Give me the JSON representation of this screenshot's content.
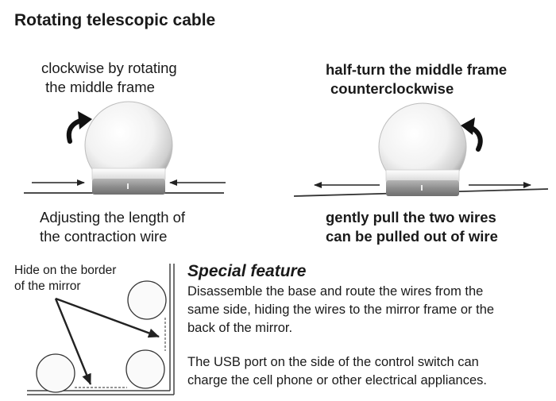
{
  "title": "Rotating telescopic cable",
  "left_panel": {
    "top_caption_line1": "clockwise by rotating",
    "top_caption_line2": " the middle frame",
    "bottom_caption_line1": "Adjusting the length of",
    "bottom_caption_line2": "the contraction wire"
  },
  "right_panel": {
    "top_caption_line1": "half-turn the middle frame",
    "top_caption_line2": "counterclockwise",
    "bottom_caption_line1": "gently pull the two wires",
    "bottom_caption_line2": "can be pulled out of wire"
  },
  "mirror_panel": {
    "label_line1": "Hide on the border",
    "label_line2": "of the mirror"
  },
  "special_feature": {
    "heading": "Special feature",
    "para1_line1": "Disassemble the base and route the wires from the",
    "para1_line2": "same side, hiding the wires to the mirror frame or the",
    "para1_line3": "back of the mirror.",
    "para2_line1": "The USB port on the side of the control switch can",
    "para2_line2": "charge the cell phone or other electrical appliances."
  },
  "colors": {
    "text": "#1a1a1a",
    "bulb_base": "#8a8a8a",
    "line": "#333333"
  }
}
